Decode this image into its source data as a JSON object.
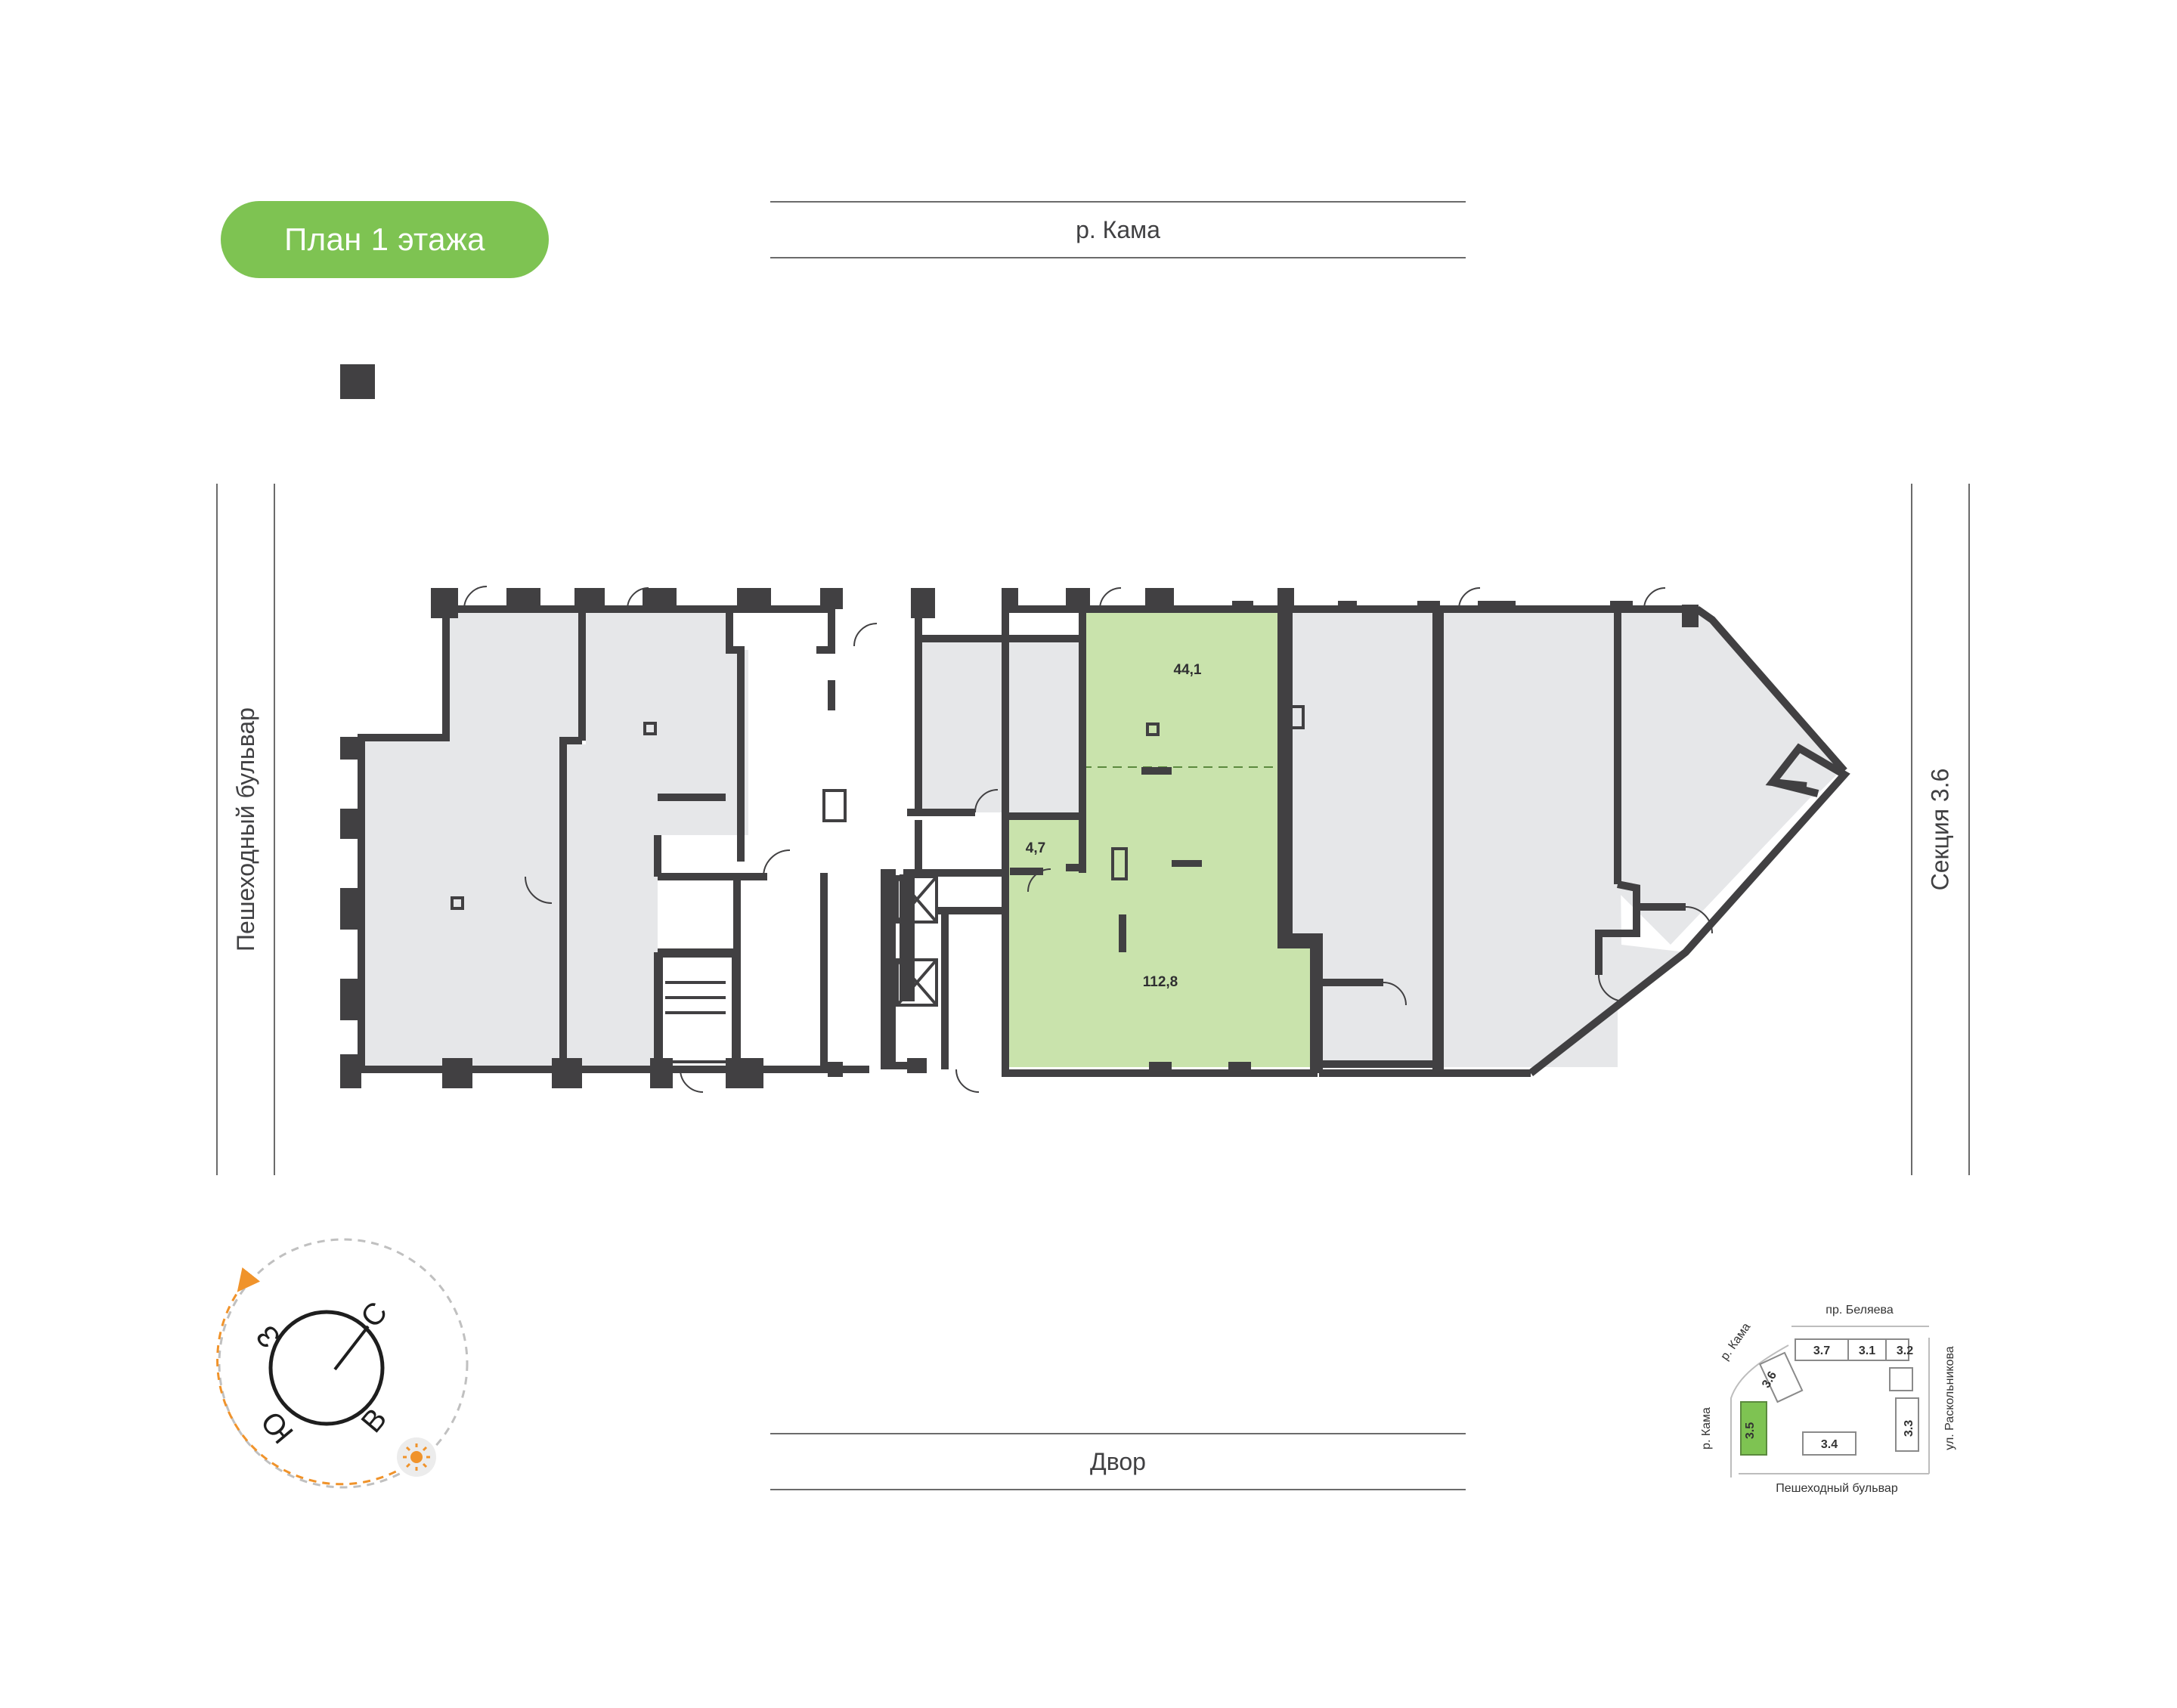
{
  "title": "План 1 этажа",
  "colors": {
    "accent": "#7ec352",
    "highlight_room": "#c9e3ac",
    "room_gray": "#e6e7e9",
    "wall": "#414042",
    "sun": "#f0932b"
  },
  "streets": {
    "top": "р. Кама",
    "bottom": "Двор",
    "left": "Пешеходный бульвар",
    "right": "Секция 3.6"
  },
  "rooms": {
    "upper_area": "44,1",
    "small_area": "4,7",
    "main_area": "112,8"
  },
  "compass": {
    "north": "С",
    "east": "В",
    "south": "Ю",
    "west": "З",
    "sun_icon": "sun-icon"
  },
  "key_plan": {
    "street_top": "пр. Беляева",
    "street_right": "ул. Раскольникова",
    "street_bottom": "Пешеходный бульвар",
    "river_upper": "р. Кама",
    "river_lower": "р. Кама",
    "sections": [
      "3.7",
      "3.1",
      "3.2",
      "3.6",
      "3.5",
      "3.3",
      "3.4"
    ],
    "active_section": "3.5"
  }
}
